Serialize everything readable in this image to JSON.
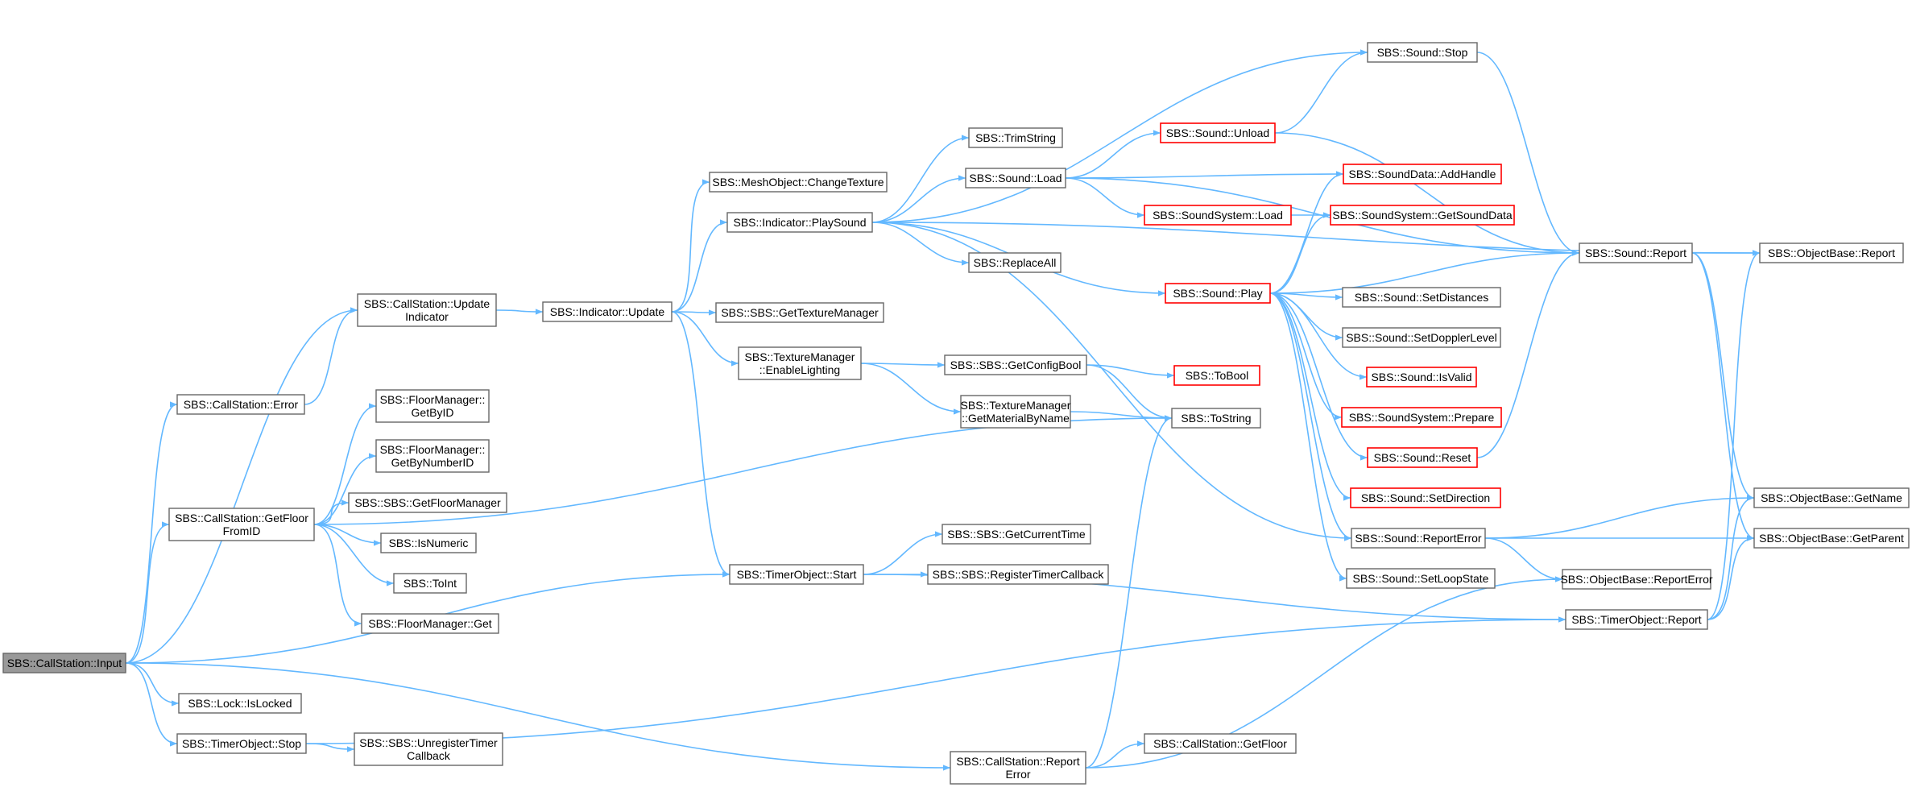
{
  "graph": {
    "root": "SBS::CallStation::Input",
    "colors": {
      "edge": "#63b8ff",
      "node_border": "#666666",
      "undocumented_border": "#ff0000",
      "root_fill": "#999999"
    },
    "nodes": [
      {
        "id": "input",
        "lines": [
          "SBS::CallStation::Input"
        ],
        "kind": "root"
      },
      {
        "id": "updind",
        "lines": [
          "SBS::CallStation::Update",
          "Indicator"
        ]
      },
      {
        "id": "error",
        "lines": [
          "SBS::CallStation::Error"
        ]
      },
      {
        "id": "getfloorfromid",
        "lines": [
          "SBS::CallStation::GetFloor",
          "FromID"
        ]
      },
      {
        "id": "islocked",
        "lines": [
          "SBS::Lock::IsLocked"
        ]
      },
      {
        "id": "tostop",
        "lines": [
          "SBS::TimerObject::Stop"
        ]
      },
      {
        "id": "fm_getbyid",
        "lines": [
          "SBS::FloorManager::",
          "GetByID"
        ]
      },
      {
        "id": "fm_getbynum",
        "lines": [
          "SBS::FloorManager::",
          "GetByNumberID"
        ]
      },
      {
        "id": "getfloormanager",
        "lines": [
          "SBS::SBS::GetFloorManager"
        ]
      },
      {
        "id": "isnumeric",
        "lines": [
          "SBS::IsNumeric"
        ]
      },
      {
        "id": "toint",
        "lines": [
          "SBS::ToInt"
        ]
      },
      {
        "id": "fm_get",
        "lines": [
          "SBS::FloorManager::Get"
        ]
      },
      {
        "id": "unregtimer",
        "lines": [
          "SBS::SBS::UnregisterTimer",
          "Callback"
        ]
      },
      {
        "id": "indupdate",
        "lines": [
          "SBS::Indicator::Update"
        ]
      },
      {
        "id": "changetex",
        "lines": [
          "SBS::MeshObject::ChangeTexture"
        ]
      },
      {
        "id": "playsound",
        "lines": [
          "SBS::Indicator::PlaySound"
        ]
      },
      {
        "id": "gettexmgr",
        "lines": [
          "SBS::SBS::GetTextureManager"
        ]
      },
      {
        "id": "enablelight",
        "lines": [
          "SBS::TextureManager",
          "::EnableLighting"
        ]
      },
      {
        "id": "tostart",
        "lines": [
          "SBS::TimerObject::Start"
        ]
      },
      {
        "id": "reporterror_cs",
        "lines": [
          "SBS::CallStation::Report",
          "Error"
        ]
      },
      {
        "id": "trimstring",
        "lines": [
          "SBS::TrimString"
        ]
      },
      {
        "id": "soundload",
        "lines": [
          "SBS::Sound::Load"
        ]
      },
      {
        "id": "replaceall",
        "lines": [
          "SBS::ReplaceAll"
        ]
      },
      {
        "id": "getconfigbool",
        "lines": [
          "SBS::SBS::GetConfigBool"
        ]
      },
      {
        "id": "getmatbyname",
        "lines": [
          "SBS::TextureManager",
          "::GetMaterialByName"
        ]
      },
      {
        "id": "getcurtime",
        "lines": [
          "SBS::SBS::GetCurrentTime"
        ]
      },
      {
        "id": "regtimer",
        "lines": [
          "SBS::SBS::RegisterTimerCallback"
        ]
      },
      {
        "id": "cs_getfloor",
        "lines": [
          "SBS::CallStation::GetFloor"
        ]
      },
      {
        "id": "soundstop",
        "lines": [
          "SBS::Sound::Stop"
        ]
      },
      {
        "id": "soundunload",
        "lines": [
          "SBS::Sound::Unload"
        ],
        "kind": "red"
      },
      {
        "id": "addhandle",
        "lines": [
          "SBS::SoundData::AddHandle"
        ],
        "kind": "red"
      },
      {
        "id": "ss_load",
        "lines": [
          "SBS::SoundSystem::Load"
        ],
        "kind": "red"
      },
      {
        "id": "getsounddata",
        "lines": [
          "SBS::SoundSystem::GetSoundData"
        ],
        "kind": "red"
      },
      {
        "id": "soundplay",
        "lines": [
          "SBS::Sound::Play"
        ],
        "kind": "red"
      },
      {
        "id": "tobool",
        "lines": [
          "SBS::ToBool"
        ],
        "kind": "red"
      },
      {
        "id": "tostring",
        "lines": [
          "SBS::ToString"
        ]
      },
      {
        "id": "soundreport",
        "lines": [
          "SBS::Sound::Report"
        ]
      },
      {
        "id": "setdistances",
        "lines": [
          "SBS::Sound::SetDistances"
        ]
      },
      {
        "id": "setdoppler",
        "lines": [
          "SBS::Sound::SetDopplerLevel"
        ]
      },
      {
        "id": "isvalid",
        "lines": [
          "SBS::Sound::IsValid"
        ],
        "kind": "red"
      },
      {
        "id": "ss_prepare",
        "lines": [
          "SBS::SoundSystem::Prepare"
        ],
        "kind": "red"
      },
      {
        "id": "soundreset",
        "lines": [
          "SBS::Sound::Reset"
        ],
        "kind": "red"
      },
      {
        "id": "setdirection",
        "lines": [
          "SBS::Sound::SetDirection"
        ],
        "kind": "red"
      },
      {
        "id": "soundreporterror",
        "lines": [
          "SBS::Sound::ReportError"
        ]
      },
      {
        "id": "setloopstate",
        "lines": [
          "SBS::Sound::SetLoopState"
        ]
      },
      {
        "id": "ob_reporterror",
        "lines": [
          "SBS::ObjectBase::ReportError"
        ]
      },
      {
        "id": "toreport",
        "lines": [
          "SBS::TimerObject::Report"
        ]
      },
      {
        "id": "ob_report",
        "lines": [
          "SBS::ObjectBase::Report"
        ]
      },
      {
        "id": "ob_getname",
        "lines": [
          "SBS::ObjectBase::GetName"
        ]
      },
      {
        "id": "ob_getparent",
        "lines": [
          "SBS::ObjectBase::GetParent"
        ]
      }
    ],
    "edges": [
      [
        "input",
        "updind"
      ],
      [
        "input",
        "error"
      ],
      [
        "input",
        "getfloorfromid"
      ],
      [
        "input",
        "islocked"
      ],
      [
        "input",
        "tostop"
      ],
      [
        "input",
        "tostart"
      ],
      [
        "input",
        "reporterror_cs"
      ],
      [
        "error",
        "updind"
      ],
      [
        "updind",
        "indupdate"
      ],
      [
        "getfloorfromid",
        "fm_getbyid"
      ],
      [
        "getfloorfromid",
        "fm_getbynum"
      ],
      [
        "getfloorfromid",
        "getfloormanager"
      ],
      [
        "getfloorfromid",
        "isnumeric"
      ],
      [
        "getfloorfromid",
        "toint"
      ],
      [
        "getfloorfromid",
        "fm_get"
      ],
      [
        "getfloorfromid",
        "tostring"
      ],
      [
        "tostop",
        "unregtimer"
      ],
      [
        "tostop",
        "toreport"
      ],
      [
        "indupdate",
        "changetex"
      ],
      [
        "indupdate",
        "playsound"
      ],
      [
        "indupdate",
        "gettexmgr"
      ],
      [
        "indupdate",
        "enablelight"
      ],
      [
        "indupdate",
        "tostart"
      ],
      [
        "playsound",
        "trimstring"
      ],
      [
        "playsound",
        "soundload"
      ],
      [
        "playsound",
        "replaceall"
      ],
      [
        "playsound",
        "soundstop"
      ],
      [
        "playsound",
        "ob_report"
      ],
      [
        "playsound",
        "soundplay"
      ],
      [
        "playsound",
        "soundreporterror"
      ],
      [
        "enablelight",
        "getconfigbool"
      ],
      [
        "enablelight",
        "getmatbyname"
      ],
      [
        "getconfigbool",
        "tobool"
      ],
      [
        "getconfigbool",
        "tostring"
      ],
      [
        "getmatbyname",
        "tostring"
      ],
      [
        "tostart",
        "getcurtime"
      ],
      [
        "tostart",
        "regtimer"
      ],
      [
        "tostart",
        "toreport"
      ],
      [
        "reporterror_cs",
        "cs_getfloor"
      ],
      [
        "reporterror_cs",
        "tostring"
      ],
      [
        "reporterror_cs",
        "ob_reporterror"
      ],
      [
        "soundload",
        "soundunload"
      ],
      [
        "soundload",
        "addhandle"
      ],
      [
        "soundload",
        "ss_load"
      ],
      [
        "soundload",
        "soundreport"
      ],
      [
        "soundunload",
        "soundstop"
      ],
      [
        "soundunload",
        "soundreport"
      ],
      [
        "ss_load",
        "getsounddata"
      ],
      [
        "soundstop",
        "soundreport"
      ],
      [
        "soundplay",
        "addhandle"
      ],
      [
        "soundplay",
        "getsounddata"
      ],
      [
        "soundplay",
        "soundreport"
      ],
      [
        "soundplay",
        "setdistances"
      ],
      [
        "soundplay",
        "setdoppler"
      ],
      [
        "soundplay",
        "isvalid"
      ],
      [
        "soundplay",
        "ss_prepare"
      ],
      [
        "soundplay",
        "soundreset"
      ],
      [
        "soundplay",
        "setdirection"
      ],
      [
        "soundplay",
        "soundreporterror"
      ],
      [
        "soundplay",
        "setloopstate"
      ],
      [
        "soundreset",
        "soundreport"
      ],
      [
        "soundreporterror",
        "ob_getname"
      ],
      [
        "soundreporterror",
        "ob_getparent"
      ],
      [
        "soundreporterror",
        "ob_reporterror"
      ],
      [
        "soundreport",
        "ob_report"
      ],
      [
        "soundreport",
        "ob_getname"
      ],
      [
        "soundreport",
        "ob_getparent"
      ],
      [
        "toreport",
        "ob_report"
      ],
      [
        "toreport",
        "ob_getname"
      ],
      [
        "toreport",
        "ob_getparent"
      ]
    ]
  }
}
